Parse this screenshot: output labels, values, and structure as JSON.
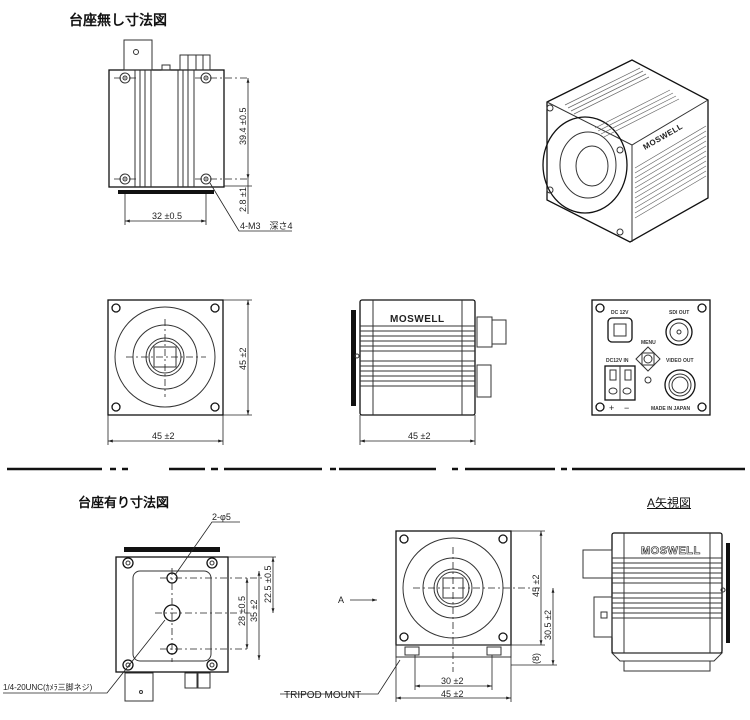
{
  "titles": {
    "without_base": "台座無し寸法図",
    "with_base": "台座有り寸法図",
    "view_a": "A矢視図"
  },
  "top_view": {
    "height_dim": "39.4 ±0.5",
    "offset_dim": "2.8 ±1",
    "width_dim": "32 ±0.5",
    "screw_note": "4-M3　深さ4"
  },
  "front_view": {
    "height_dim": "45 ±2",
    "width_dim": "45 ±2"
  },
  "side_view": {
    "brand": "MOSWELL",
    "width_dim": "45 ±2"
  },
  "rear_panel": {
    "dc_label": "DC 12V",
    "sdi_label": "SDI OUT",
    "menu_label": "MENU",
    "dc_in_label": "DC12V IN",
    "video_label": "VIDEO OUT",
    "origin_label": "MADE IN JAPAN",
    "plus": "+",
    "minus": "−"
  },
  "base_bottom_view": {
    "hole_note": "2-φ5",
    "tripod_note": "1/4-20UNC(ｶﾒﾗ三脚ネジ)",
    "dim_22_5": "22.5 ±0.5",
    "dim_28": "28 ±0.5",
    "dim_35": "35 ±2"
  },
  "base_front_view": {
    "arrow_label": "A",
    "tripod_label": "TRIPOD MOUNT",
    "height_dim": "45 ±2",
    "axis_dim": "30.5 ±2",
    "base_dim": "(8)",
    "inner_width_dim": "30 ±2",
    "width_dim": "45 ±2"
  },
  "view_a": {
    "brand": "MOSWELL"
  }
}
